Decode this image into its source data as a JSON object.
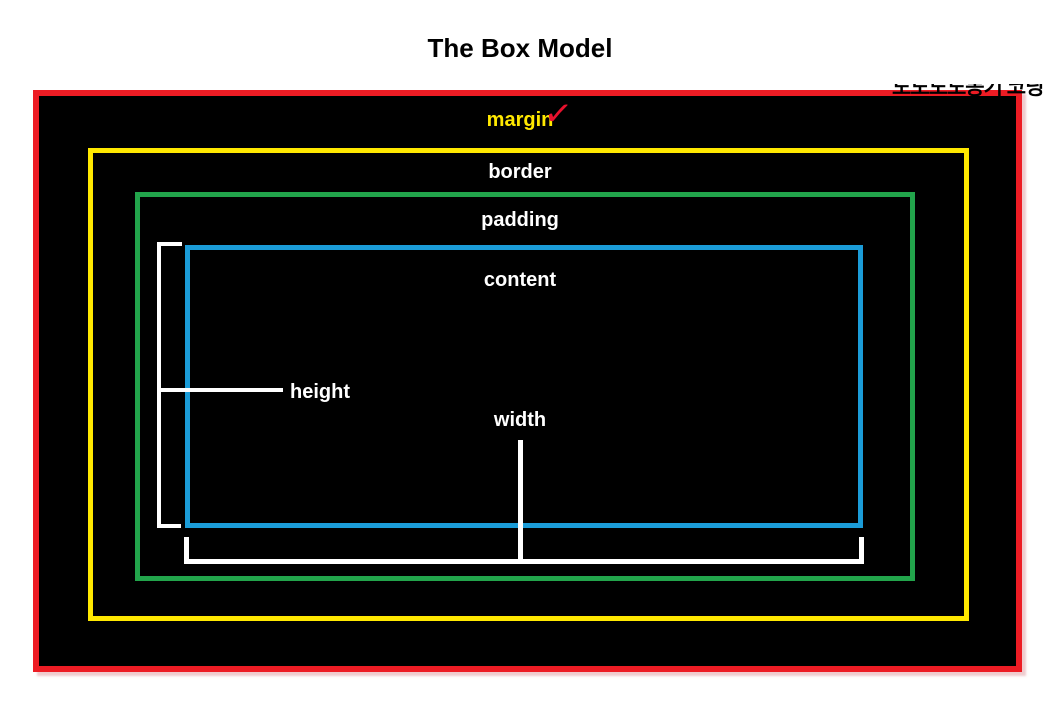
{
  "title": "The Box Model",
  "watermark_text": "도도도도동기 코딩",
  "labels": {
    "margin": "margin",
    "border": "border",
    "padding": "padding",
    "content": "content",
    "height": "height",
    "width": "width"
  },
  "icons": {
    "checkmark": "✓"
  },
  "colors": {
    "page_background": "#ffffff",
    "box_fill": "#000000",
    "title_color": "#000000",
    "margin_border": "#ed1c24",
    "border_border": "#ffe800",
    "padding_border": "#22a44b",
    "content_border": "#1b9cd8",
    "margin_label": "#ffe800",
    "label_white": "#ffffff",
    "checkmark_red": "#e8112d"
  }
}
